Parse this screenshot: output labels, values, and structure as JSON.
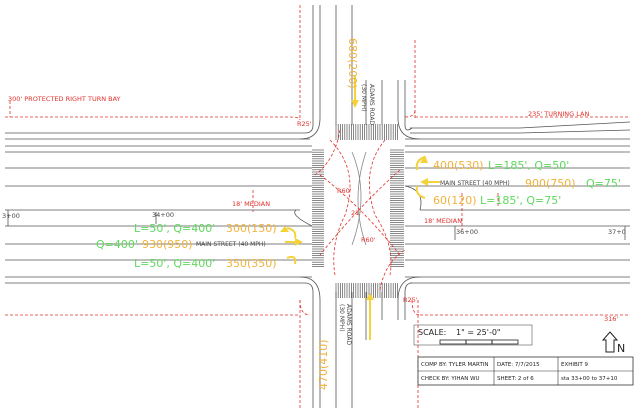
{
  "notes": {
    "right_turn_bay": "300' PROTECTED RIGHT TURN BAY",
    "turning_lane": "235' TURNING LAN",
    "median_west": "18' MEDIAN",
    "median_east": "18' MEDIAN",
    "dim_316": "316'"
  },
  "radii": {
    "r25_nw": "R25'",
    "r25_se": "R25'",
    "r60_a": "R60'",
    "r60_b": "R60'",
    "r21": "21'"
  },
  "streets": {
    "adams_north": "ADAMS ROAD",
    "adams_north_speed": "(30 MPH)",
    "adams_south": "ADAMS ROAD",
    "adams_south_speed": "(30 MPH)",
    "main_east_label": "MAIN STREET (40 MPH)",
    "main_west_label": "MAIN STREET (40 MPH)"
  },
  "stations": {
    "s_3": "3+00",
    "s_34": "34+00",
    "s_36": "36+00",
    "s_37": "37+0"
  },
  "volumes": {
    "north_total": "680(200)",
    "south_total": "470(410)",
    "east_left": "400(530)",
    "east_left_geom": "L=185', Q=50'",
    "east_through": "900(750)",
    "east_through_q": "Q=75'",
    "east_right": "60(120)",
    "east_right_geom": "L=185', Q=75'",
    "west_left_geom": "L=50', Q=400'",
    "west_left": "300(150)",
    "west_through_q": "Q=400'",
    "west_through": "930(950)",
    "west_right_geom": "L=50', Q=400'",
    "west_right": "350(350)"
  },
  "scale": {
    "label": "SCALE:",
    "value": "1\" = 25'-0\""
  },
  "title_block": {
    "comp_by": "COMP BY: TYLER MARTIN",
    "check_by": "CHECK BY: YIHAN WU",
    "date": "DATE: 7/7/2015",
    "sheet": "SHEET: 2 of 6",
    "exhibit": "EXHIBIT 9",
    "station_range": "sta 33+00 to 37+10"
  },
  "north_arrow": "N",
  "colors": {
    "linework": "#444444",
    "red_dashed": "#e0302a",
    "green_text": "#5ed95e",
    "orange_text": "#f0b23c",
    "yellow_arrow": "#f3d23a"
  }
}
